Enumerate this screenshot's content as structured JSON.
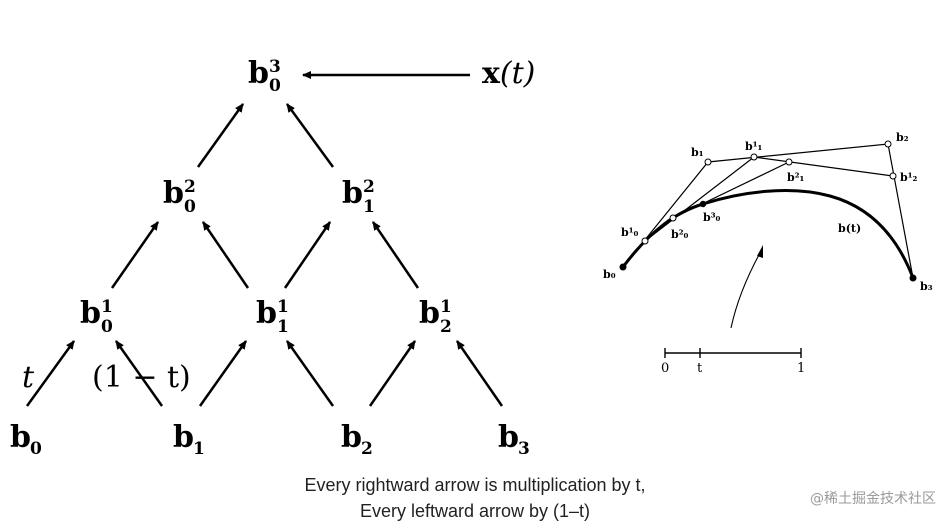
{
  "triangle": {
    "top": {
      "base": "b",
      "sub": "0",
      "sup": "3"
    },
    "xt": {
      "x": "x",
      "t": "(t)"
    },
    "level2": [
      {
        "base": "b",
        "sub": "0",
        "sup": "2"
      },
      {
        "base": "b",
        "sub": "1",
        "sup": "2"
      }
    ],
    "level1": [
      {
        "base": "b",
        "sub": "0",
        "sup": "1"
      },
      {
        "base": "b",
        "sub": "1",
        "sup": "1"
      },
      {
        "base": "b",
        "sub": "2",
        "sup": "1"
      }
    ],
    "level0": [
      {
        "base": "b",
        "sub": "0"
      },
      {
        "base": "b",
        "sub": "1"
      },
      {
        "base": "b",
        "sub": "2"
      },
      {
        "base": "b",
        "sub": "3"
      }
    ],
    "weight_t": "t",
    "weight_one_minus_t": "(1 − t)"
  },
  "curve_figure": {
    "labels": {
      "b1": "b₁",
      "b11": "b¹₁",
      "b2": "b₂",
      "b12": "b¹₂",
      "b21": "b²₁",
      "b01": "b¹₀",
      "b02": "b²₀",
      "b03": "b³₀",
      "bt": "b(t)",
      "b0": "b₀",
      "b3": "b₃"
    },
    "axis": {
      "zero": "0",
      "t": "t",
      "one": "1"
    }
  },
  "caption": {
    "line1": "Every rightward arrow is multiplication by t,",
    "line2": "Every leftward arrow by (1–t)"
  },
  "watermark": "@稀土掘金技术社区"
}
